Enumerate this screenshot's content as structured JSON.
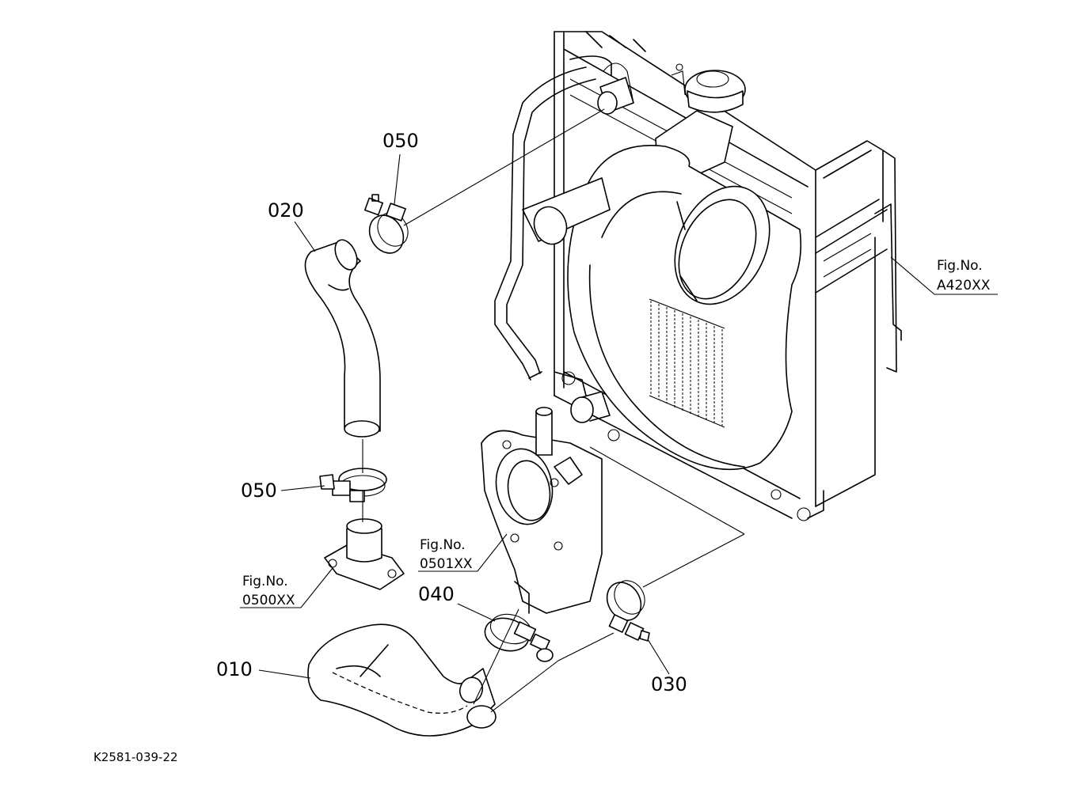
{
  "callouts": {
    "part_010": "010",
    "part_020": "020",
    "part_030": "030",
    "part_040": "040",
    "part_050_top": "050",
    "part_050_mid": "050"
  },
  "fig_refs": {
    "radiator": {
      "line1": "Fig.No.",
      "line2": "A420XX"
    },
    "water_pump": {
      "line1": "Fig.No.",
      "line2": "0501XX"
    },
    "thermostat_cover": {
      "line1": "Fig.No.",
      "line2": "0500XX"
    }
  },
  "drawing_number": "K2581-039-22"
}
